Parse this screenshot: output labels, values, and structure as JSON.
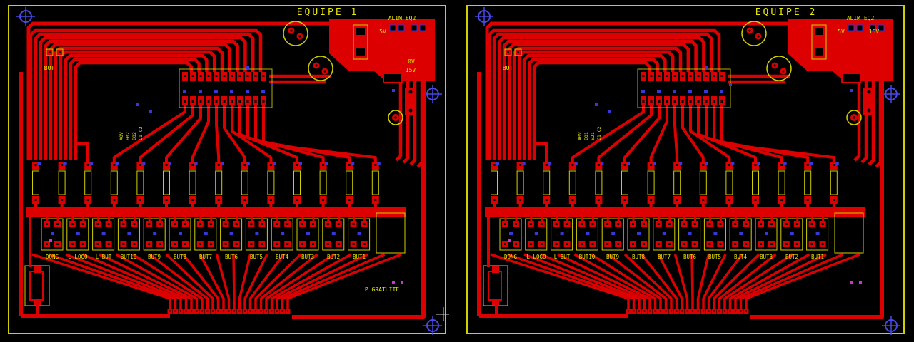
{
  "app": {
    "background": "#000000"
  },
  "colors": {
    "trace": "#dd0000",
    "silk": "#d0d000",
    "via": "#3838d8",
    "magenta": "#c838c8",
    "hole": "#000000",
    "text": "#e6e600"
  },
  "boards": [
    {
      "title": "EQUIPE 1",
      "alim_label": "ALIM EQ2",
      "power": {
        "p1": "5V",
        "p2": "",
        "p3": "0V",
        "p4": "15V"
      },
      "but_label": "BUT",
      "side_labels": [
        "A0V",
        "E02",
        "E02",
        "C1 C2"
      ],
      "bottom_labels": [
        "DONG",
        "L LOGO",
        "L BUT",
        "BUT10",
        "BUT9",
        "BUT8",
        "BUT7",
        "BUT6",
        "BUT5",
        "BUT4",
        "BUT3",
        "BUT2",
        "BUT1"
      ],
      "extra_label": "P GRATUITE"
    },
    {
      "title": "EQUIPE 2",
      "alim_label": "ALIM EQ2",
      "power": {
        "p1": "5V",
        "p2": "15V",
        "p3": "",
        "p4": ""
      },
      "but_label": "BUT",
      "side_labels": [
        "A0V",
        "E01",
        "E21",
        "C1 C2"
      ],
      "bottom_labels": [
        "DONG",
        "L LOGO",
        "L BUT",
        "BUT10",
        "BUT9",
        "BUT8",
        "BUT7",
        "BUT6",
        "BUT5",
        "BUT4",
        "BUT3",
        "BUT2",
        "BUT1"
      ],
      "extra_label": ""
    }
  ]
}
